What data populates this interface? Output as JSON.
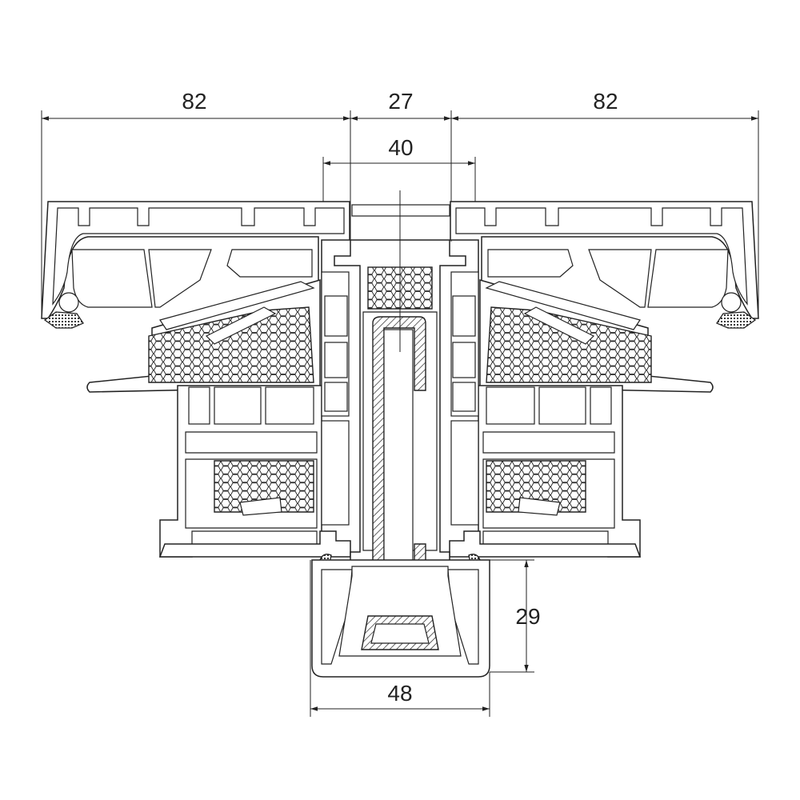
{
  "diagram": {
    "dimensions": {
      "top_left_width": "82",
      "top_center_width": "27",
      "top_right_width": "82",
      "mullion_width": "40",
      "cap_depth": "29",
      "cap_width": "48"
    }
  }
}
